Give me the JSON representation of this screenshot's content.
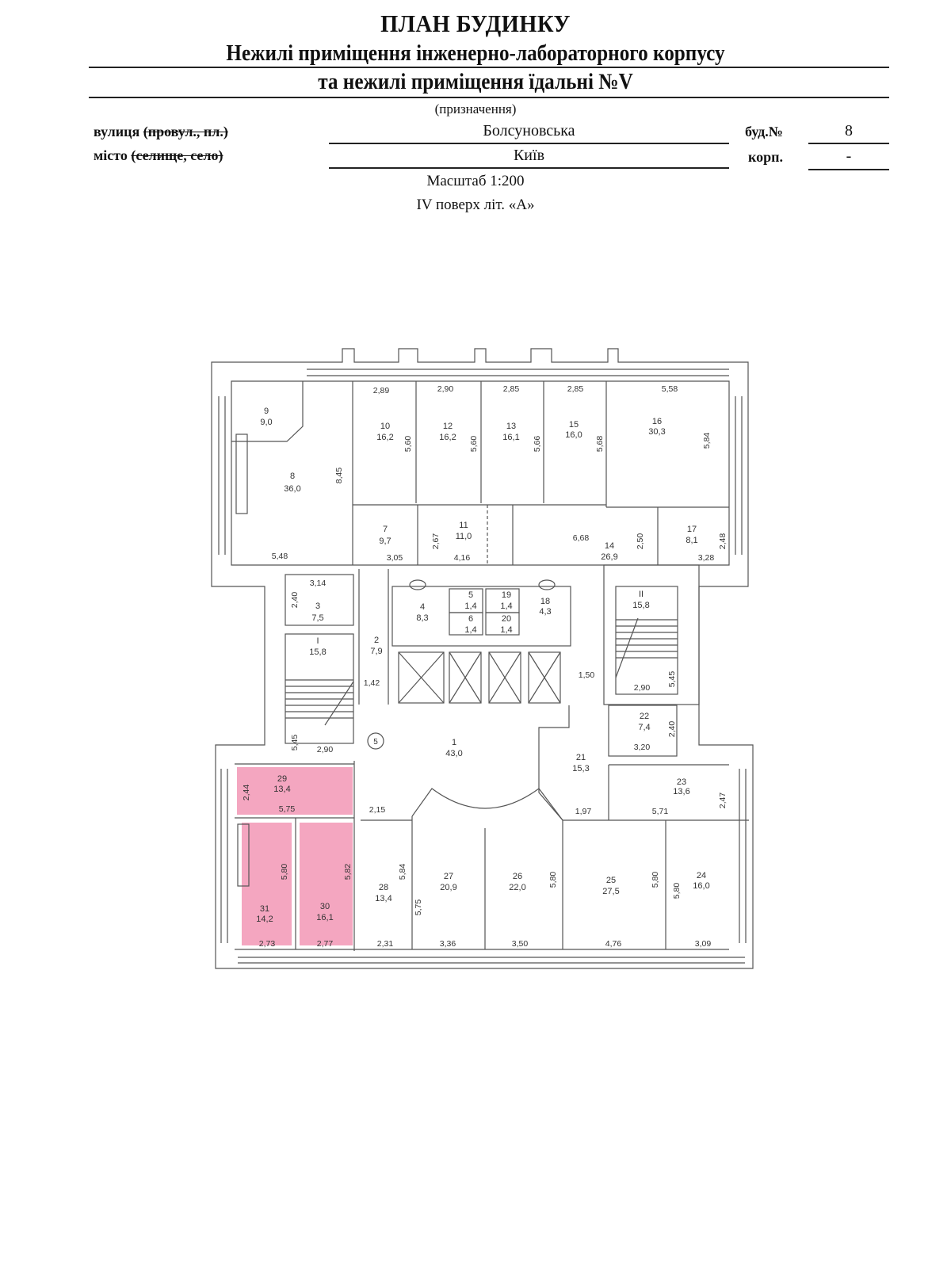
{
  "header": {
    "title": "ПЛАН БУДИНКУ",
    "subtitle_line1": "Нежилі приміщення інженерно-лабораторного корпусу",
    "subtitle_line2": "та нежилі приміщення їдальні №V",
    "purpose_caption": "(призначення)"
  },
  "address": {
    "street_label": "вулиця",
    "street_label_struck": "(провул., пл.)",
    "street_value": "Болсуновська",
    "building_label": "буд.№",
    "building_value": "8",
    "city_label": "місто",
    "city_label_struck": "(селище, село)",
    "city_value": "Київ",
    "block_label": "корп.",
    "block_value": "-"
  },
  "scale": "Масштаб 1:200",
  "floor": "IV поверх літ. «А»",
  "highlight_color": "#f4a6c0",
  "rooms": [
    {
      "id": "1",
      "area": "43,0"
    },
    {
      "id": "2",
      "area": "7,9"
    },
    {
      "id": "3",
      "area": "7,5"
    },
    {
      "id": "4",
      "area": "8,3"
    },
    {
      "id": "5",
      "area": "1,4"
    },
    {
      "id": "6",
      "area": "1,4"
    },
    {
      "id": "7",
      "area": "9,7"
    },
    {
      "id": "8",
      "area": "36,0"
    },
    {
      "id": "9",
      "area": "9,0"
    },
    {
      "id": "10",
      "area": "16,2"
    },
    {
      "id": "11",
      "area": "11,0"
    },
    {
      "id": "12",
      "area": "16,2"
    },
    {
      "id": "13",
      "area": "16,1"
    },
    {
      "id": "14",
      "area": "26,9"
    },
    {
      "id": "15",
      "area": "16,0"
    },
    {
      "id": "16",
      "area": "30,3"
    },
    {
      "id": "17",
      "area": "8,1"
    },
    {
      "id": "18",
      "area": "4,3"
    },
    {
      "id": "19",
      "area": "1,4"
    },
    {
      "id": "20",
      "area": "1,4"
    },
    {
      "id": "21",
      "area": "15,3"
    },
    {
      "id": "22",
      "area": "7,4"
    },
    {
      "id": "23",
      "area": "13,6"
    },
    {
      "id": "24",
      "area": "16,0"
    },
    {
      "id": "25",
      "area": "27,5"
    },
    {
      "id": "26",
      "area": "22,0"
    },
    {
      "id": "27",
      "area": "20,9"
    },
    {
      "id": "28",
      "area": "13,4"
    },
    {
      "id": "29",
      "area": "13,4",
      "highlighted": true
    },
    {
      "id": "30",
      "area": "16,1",
      "highlighted": true
    },
    {
      "id": "31",
      "area": "14,2",
      "highlighted": true
    },
    {
      "id": "I",
      "area": "15,8"
    },
    {
      "id": "II",
      "area": "15,8"
    }
  ],
  "dimensions": {
    "d_2_89": "2,89",
    "d_2_90": "2,90",
    "d_2_85a": "2,85",
    "d_2_85b": "2,85",
    "d_5_58": "5,58",
    "d_5_60a": "5,60",
    "d_5_60b": "5,60",
    "d_5_66": "5,66",
    "d_5_68": "5,68",
    "d_5_84": "5,84",
    "d_8_45": "8,45",
    "d_5_48": "5,48",
    "d_3_05": "3,05",
    "d_2_67": "2,67",
    "d_4_16": "4,16",
    "d_6_68": "6,68",
    "d_2_50": "2,50",
    "d_3_28": "3,28",
    "d_2_48": "2,48",
    "d_3_14": "3,14",
    "d_2_40a": "2,40",
    "d_1_42": "1,42",
    "d_1_50": "1,50",
    "d_5_45a": "5,45",
    "d_2_90a": "2,90",
    "d_5_45b": "5,45",
    "d_2_90b": "2,90",
    "d_3_20": "3,20",
    "d_2_40b": "2,40",
    "d_2_44": "2,44",
    "d_5_75a": "5,75",
    "d_2_15": "2,15",
    "d_1_97": "1,97",
    "d_5_71": "5,71",
    "d_2_47": "2,47",
    "d_5_80a": "5,80",
    "d_5_82": "5,82",
    "d_5_84b": "5,84",
    "d_5_75b": "5,75",
    "d_5_80b": "5,80",
    "d_5_80c": "5,80",
    "d_5_80d": "5,80",
    "d_2_73": "2,73",
    "d_2_77": "2,77",
    "d_2_31": "2,31",
    "d_3_36": "3,36",
    "d_3_50": "3,50",
    "d_4_76": "4,76",
    "d_3_09": "3,09"
  },
  "entrance_marker": "5"
}
